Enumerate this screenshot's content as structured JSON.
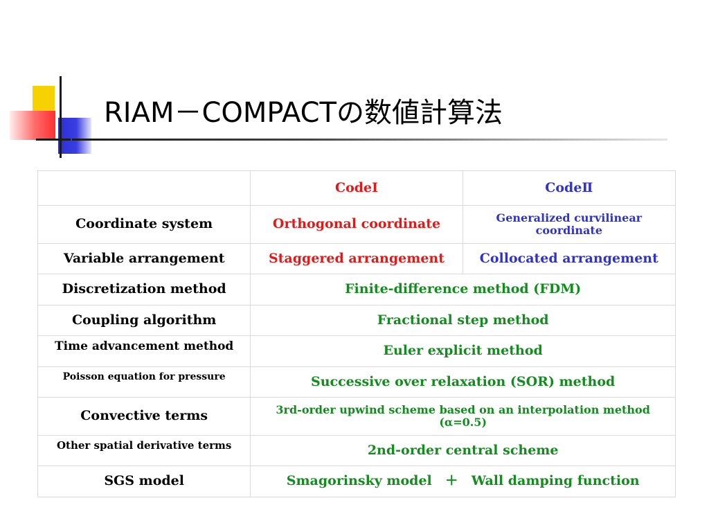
{
  "slide": {
    "title": "RIAM－COMPACTの数値計算法"
  },
  "table": {
    "header": {
      "col1": "CodeⅠ",
      "col2": "CodeⅡ"
    },
    "rows": [
      {
        "label": "Coordinate system",
        "code1": "Orthogonal coordinate",
        "code2": "Generalized curvilinear coordinate"
      },
      {
        "label": "Variable arrangement",
        "code1": "Staggered arrangement",
        "code2": "Collocated arrangement"
      },
      {
        "label": "Discretization method",
        "both": "Finite-difference method (FDM)"
      },
      {
        "label": "Coupling algorithm",
        "both": "Fractional step method"
      },
      {
        "label": "Time advancement method",
        "both": "Euler explicit method"
      },
      {
        "label": "Poisson equation for pressure",
        "both": "Successive over relaxation (SOR) method"
      },
      {
        "label": "Convective terms",
        "both": "3rd-order upwind scheme based on an interpolation method (α=0.5)"
      },
      {
        "label": "Other spatial derivative terms",
        "both": "2nd-order central scheme"
      },
      {
        "label": "SGS model",
        "both": "Smagorinsky model　＋　Wall damping function"
      }
    ]
  },
  "colors": {
    "code1": "#e01919",
    "code2": "#2f33c9",
    "shared": "#138c1e",
    "deco_yellow": "#f7d203",
    "deco_blue": "#2b2fd8",
    "deco_red": "#ff3030"
  }
}
